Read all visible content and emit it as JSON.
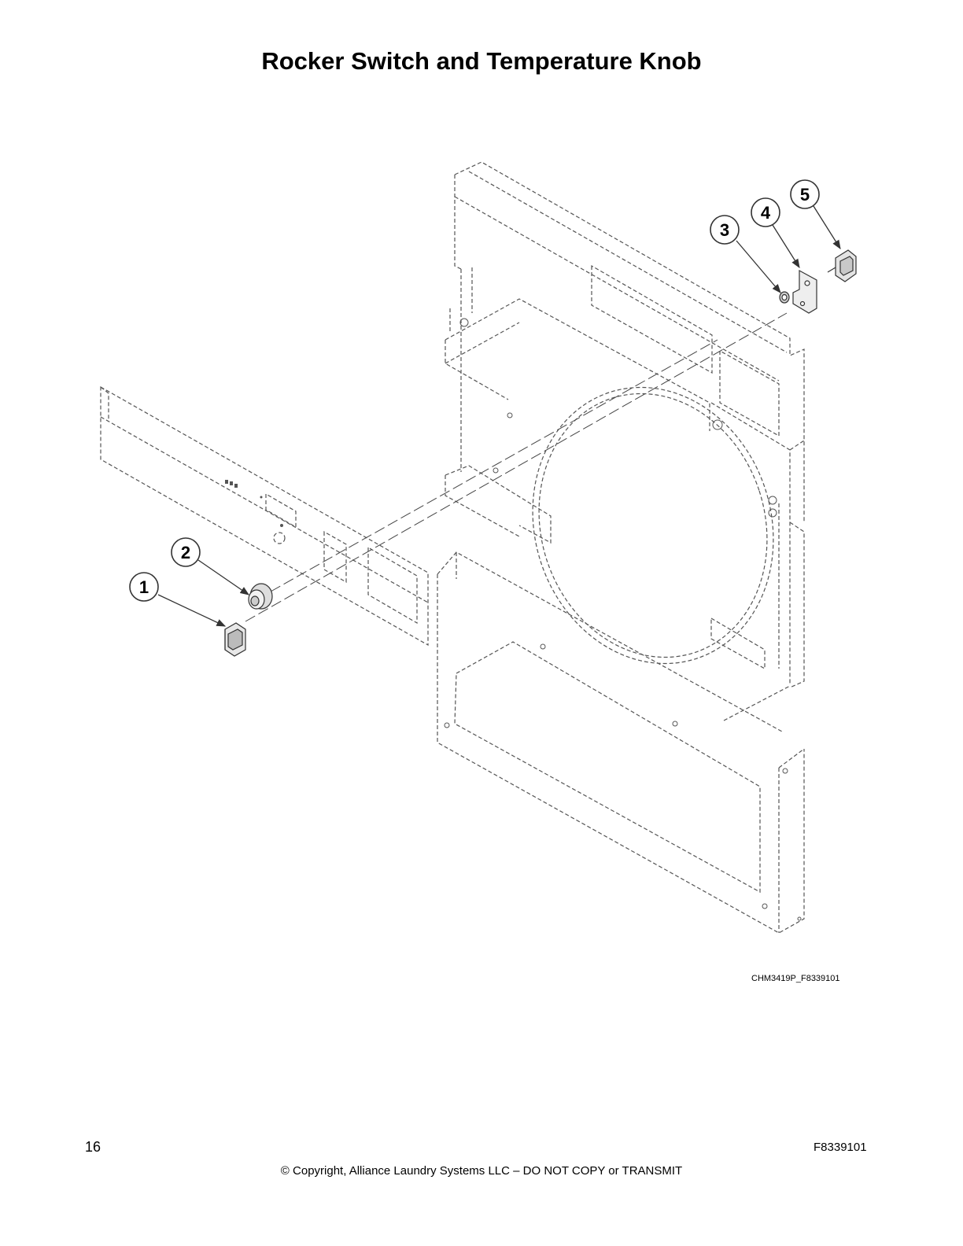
{
  "page": {
    "title": "Rocker Switch and Temperature Knob",
    "figure_id": "CHM3419P_F8339101",
    "page_number": "16",
    "copyright": "© Copyright, Alliance Laundry Systems LLC – DO NOT COPY or TRANSMIT",
    "doc_number": "F8339101"
  },
  "callouts": [
    {
      "id": "1",
      "part": "rocker-switch"
    },
    {
      "id": "2",
      "part": "temperature-knob"
    },
    {
      "id": "3",
      "part": "nut"
    },
    {
      "id": "4",
      "part": "bracket"
    },
    {
      "id": "5",
      "part": "thermostat-switch"
    }
  ]
}
